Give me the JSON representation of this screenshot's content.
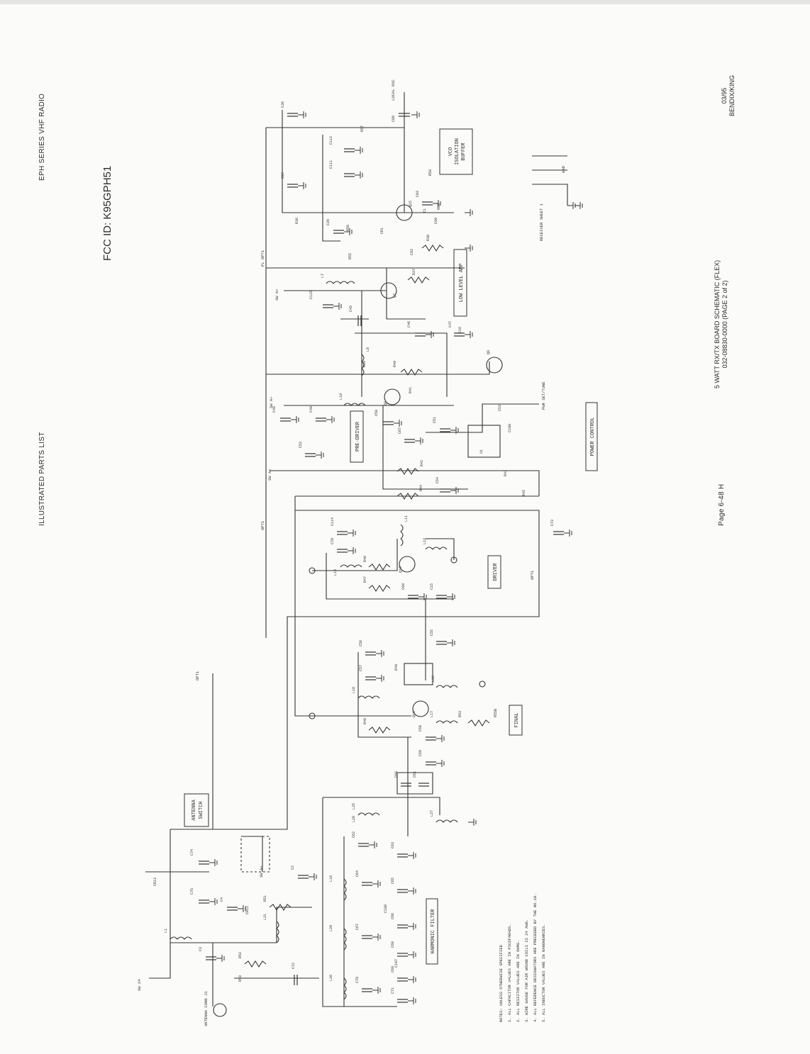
{
  "header": {
    "series": "EPH SERIES VHF RADIO",
    "fcc_id": "FCC ID: K95GPH51",
    "parts_list": "ILLUSTRATED PARTS LIST"
  },
  "footer": {
    "title_line1": "5 WATT RX/TX BOARD SCHEMATIC (FLEX)",
    "title_line2": "032-08830-0000 (PAGE 2 of 2)",
    "page": "Page 6-48 H",
    "date": "03/95",
    "author": "BENDIX/KING"
  },
  "blocks": {
    "vco_line1": "VCO",
    "vco_line2": "ISOLATION",
    "vco_line3": "BUFFER",
    "low_level_amp": "LOW LEVEL AMP",
    "pre_driver": "PRE-DRIVER",
    "power_control": "POWER CONTROL",
    "driver": "DRIVER",
    "final": "FINAL",
    "antenna_line1": "ANTENNA",
    "antenna_line2": "SWITCH",
    "harmonic_filter": "HARMONIC FILTER"
  },
  "signals": {
    "local_osc": "LOCAL OSC",
    "sw_a_plus": "SW A+",
    "rx_sheet": "RECEIVER SHEET 1",
    "gnd": "GND",
    "pl_opt": "PL OPT1",
    "opt1": "OPT1",
    "antenna_conn": "ANTENNA CONN J1",
    "sw_24": "SW 24",
    "pwr_set": "PWR SET/TUNE"
  },
  "notes": [
    "NOTES: UNLESS OTHERWISE SPECIFIED",
    "1. ALL CAPACITOR VALUES ARE IN PICOFARADS.",
    "2. ALL RESISTOR VALUES ARE IN OHMS.",
    "3. WIRE GAUGE FOR AIR WOUND COILS IS 24 AWG.",
    "4. ALL REFERENCE DESIGNATORS ARE PRECEDED BY THE NO.10.",
    "5. ALL INDUCTOR VALUES ARE IN NANOHENRIES."
  ],
  "components": {
    "transistors": [
      "Q15",
      "Q7",
      "Q8",
      "Q10",
      "Q11",
      "Q9"
    ],
    "capacitors": [
      "C36",
      "C89",
      "C112",
      "C111",
      "C25",
      "C26",
      "C93",
      "C90",
      "C92",
      "C115",
      "C45",
      "C46",
      "C47",
      "C49",
      "C48",
      "C50",
      "C87",
      "C51",
      "C52",
      "C53",
      "C54",
      "C114",
      "C78",
      "C80",
      "C15",
      "C55",
      "C56",
      "C57",
      "C58",
      "C59",
      "C60",
      "C61",
      "C62",
      "C63",
      "C64",
      "C65",
      "C66",
      "C67",
      "C68",
      "C69",
      "C70",
      "C71",
      "C72",
      "C73",
      "C74",
      "C75",
      "C4",
      "C3",
      "C2",
      "C1",
      "C16",
      "C100",
      "C107",
      "C108"
    ],
    "resistors": [
      "R57",
      "R58",
      "R59",
      "R55",
      "R56",
      "R36",
      "R37",
      "R38",
      "R39",
      "R40",
      "R41",
      "R42",
      "R43",
      "R44",
      "R45",
      "R46",
      "R47",
      "R48",
      "R49",
      "R50",
      "R51",
      "R52",
      "R53",
      "R55B"
    ],
    "inductors": [
      "L7",
      "L8",
      "L10",
      "L11",
      "L12",
      "L14",
      "L16",
      "L17",
      "L18",
      "L19",
      "L20",
      "L21",
      "L25",
      "L26",
      "L27",
      "L28",
      "L1"
    ],
    "diodes": [
      "CR1",
      "CR12",
      "CR13"
    ],
    "ic": [
      "U1"
    ]
  }
}
